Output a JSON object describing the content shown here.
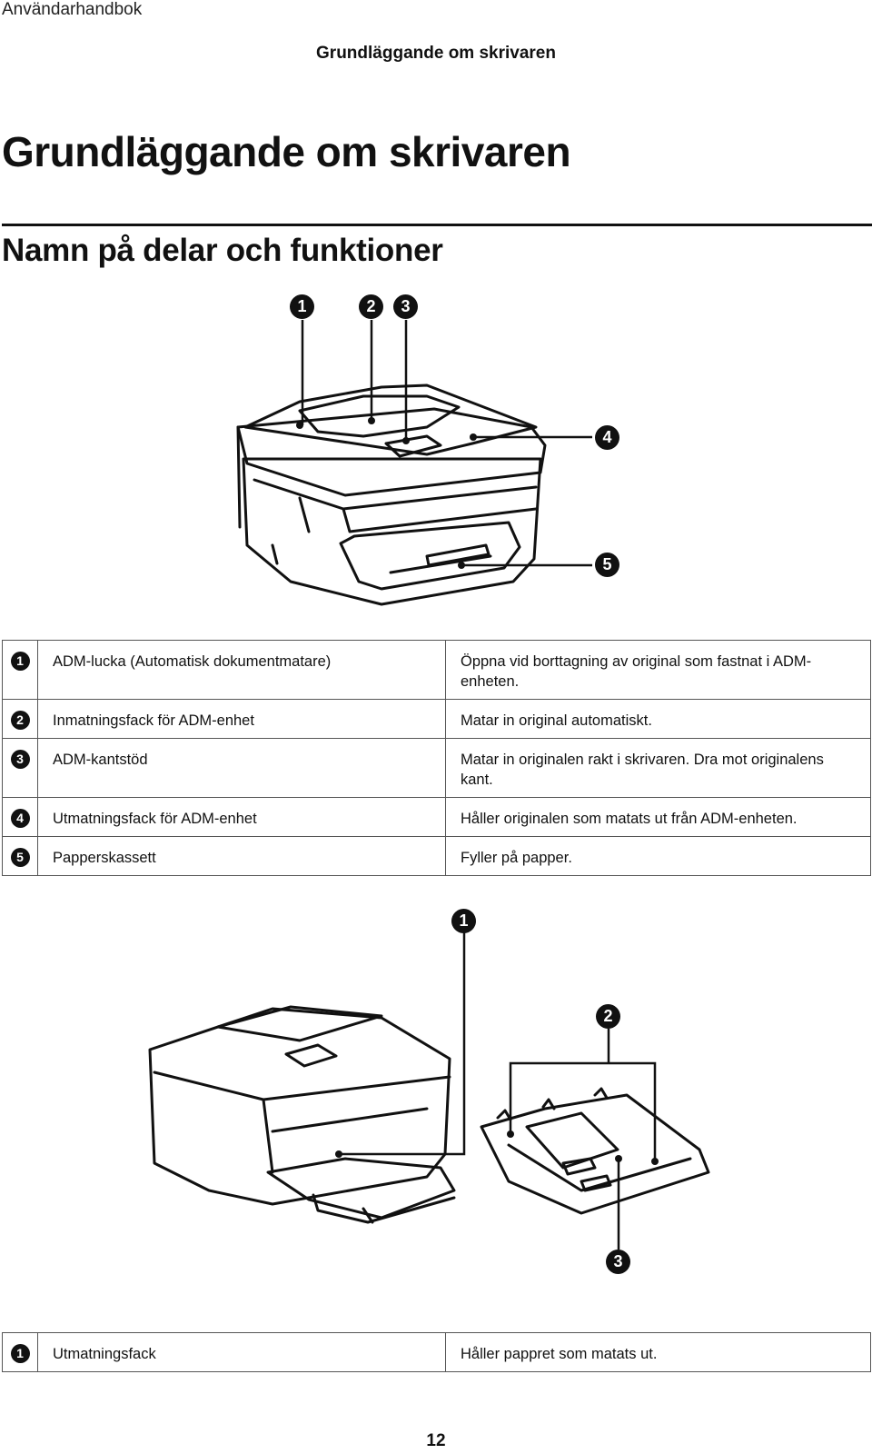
{
  "header": {
    "running_title": "Användarhandbok",
    "section_title": "Grundläggande om skrivaren"
  },
  "chapter_title": "Grundläggande om skrivaren",
  "section_heading": "Namn på delar och funktioner",
  "figure1": {
    "callouts": [
      "1",
      "2",
      "3",
      "4",
      "5"
    ]
  },
  "table1": {
    "rows": [
      {
        "num": "1",
        "name": "ADM-lucka (Automatisk dokumentmatare)",
        "desc": "Öppna vid borttagning av original som fastnat i ADM-enheten."
      },
      {
        "num": "2",
        "name": "Inmatningsfack för ADM-enhet",
        "desc": "Matar in original automatiskt."
      },
      {
        "num": "3",
        "name": "ADM-kantstöd",
        "desc": "Matar in originalen rakt i skrivaren. Dra mot originalens kant."
      },
      {
        "num": "4",
        "name": "Utmatningsfack för ADM-enhet",
        "desc": "Håller originalen som matats ut från ADM-enheten."
      },
      {
        "num": "5",
        "name": "Papperskassett",
        "desc": "Fyller på papper."
      }
    ]
  },
  "figure2": {
    "callouts": [
      "1",
      "2",
      "3"
    ]
  },
  "table2": {
    "rows": [
      {
        "num": "1",
        "name": "Utmatningsfack",
        "desc": "Håller pappret som matats ut."
      }
    ]
  },
  "page_number": "12",
  "colors": {
    "ink": "#111111",
    "rule": "#555555",
    "paper": "#ffffff"
  }
}
